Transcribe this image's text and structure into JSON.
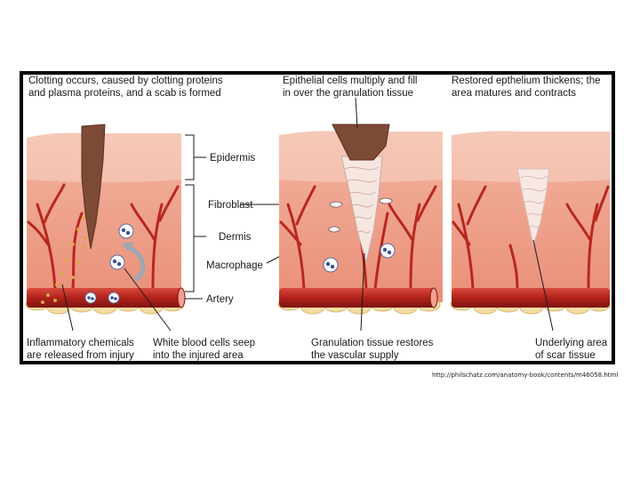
{
  "figure": {
    "panels": [
      {
        "caption_top": [
          "Clotting occurs, caused by clotting proteins",
          "and plasma proteins, and a scab is formed"
        ]
      },
      {
        "caption_top": [
          "Epithelial cells multiply and fill",
          "in over the granulation tissue"
        ]
      },
      {
        "caption_top": [
          "Restored epthelium thickens; the",
          "area matures and contracts"
        ]
      }
    ],
    "labels": {
      "epidermis": "Epidermis",
      "fibroblast": "Fibroblast",
      "dermis": "Dermis",
      "macrophage": "Macrophage",
      "artery": "Artery"
    },
    "bottom_captions": [
      [
        "Inflammatory chemicals",
        "are released from injury"
      ],
      [
        "White blood cells seep",
        "into the injured area"
      ],
      [
        "Granulation tissue restores",
        "the vascular supply"
      ],
      [
        "Underlying area",
        "of scar tissue"
      ]
    ]
  },
  "source_url": "http://philschatz.com/anatomy-book/contents/m46058.html",
  "colors": {
    "frame": "#000000",
    "epidermis": "#f2b6a4",
    "dermis": "#ef9a84",
    "fat": "#f4dca4",
    "vessel": "#b8271f",
    "artery_tube": "#a51e19",
    "scab": "#7d4a36",
    "clot_dots": "#d8a84a",
    "arrow": "#9aa8b4"
  }
}
